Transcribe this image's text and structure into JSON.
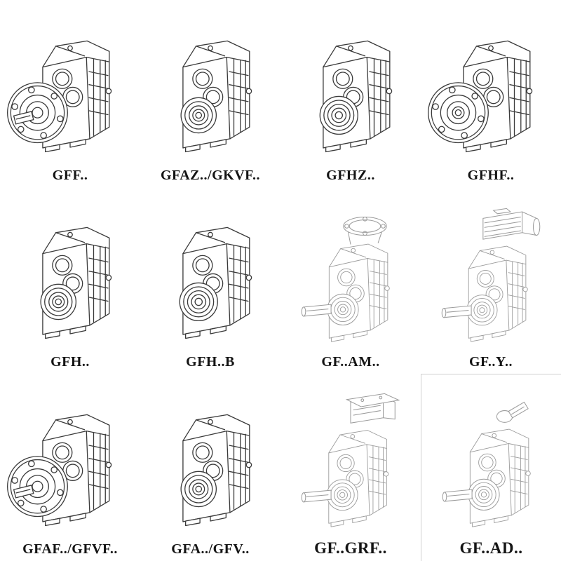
{
  "page": {
    "background": "#ffffff",
    "ink_dark": "#3a3a3a",
    "ink_light": "#9b9b9b"
  },
  "grid": {
    "rows": 3,
    "cols": 4
  },
  "cells": [
    {
      "label": "GFF..",
      "drawing": "flange-mounted-gearbox-with-solid-shaft",
      "ref": "#var-flange"
    },
    {
      "label": "GFAZ../GKVF..",
      "drawing": "hollow-shaft-gearbox",
      "ref": "#var-hollow"
    },
    {
      "label": "GFHZ..",
      "drawing": "hollow-shaft-gearbox-shrink-disk",
      "ref": "#var-hollow2"
    },
    {
      "label": "GFHF..",
      "drawing": "flange-mounted-hollow-shaft-gearbox",
      "ref": "#var-flange-hollow"
    },
    {
      "label": "GFH..",
      "drawing": "hollow-shaft-gearbox",
      "ref": "#var-hollow"
    },
    {
      "label": "GFH..B",
      "drawing": "hollow-shaft-gearbox-with-base",
      "ref": "#var-hollow2"
    },
    {
      "label": "GF..AM..",
      "drawing": "gearbox-with-motor-adapter-flange",
      "ref": "#var-light-adapter"
    },
    {
      "label": "GF..Y..",
      "drawing": "gearmotor-with-mounted-motor",
      "ref": "#var-light-motor"
    },
    {
      "label": "GFAF../GFVF..",
      "drawing": "flange-mounted-gearbox-with-solid-shaft",
      "ref": "#var-flange"
    },
    {
      "label": "GFA../GFV..",
      "drawing": "hollow-shaft-gearbox",
      "ref": "#var-hollow"
    },
    {
      "label": "GF..GRF..",
      "drawing": "gearbox-with-adapter-housing",
      "ref": "#var-light-grf"
    },
    {
      "label": "GF..AD..",
      "drawing": "gearbox-with-input-shaft-adapter",
      "ref": "#var-light-input"
    }
  ]
}
